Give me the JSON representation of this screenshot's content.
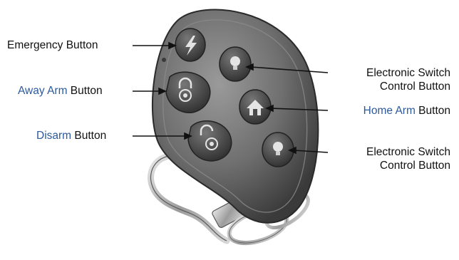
{
  "colors": {
    "highlight": "#2c5a9e",
    "text": "#111111",
    "fob_body": "#6e6e6e",
    "fob_button": "#4a4a4a"
  },
  "labels": {
    "emergency": {
      "text": "Emergency Button"
    },
    "away_arm": {
      "highlight": "Away Arm",
      "rest": " Button"
    },
    "disarm": {
      "highlight": "Disarm",
      "rest": " Button"
    },
    "switch_top": {
      "line1": "Electronic Switch",
      "line2": "Control Button"
    },
    "home_arm": {
      "highlight": "Home Arm",
      "rest": " Button"
    },
    "switch_bottom": {
      "line1": "Electronic Switch",
      "line2": "Control Button"
    }
  },
  "icons": {
    "emergency": "lightning-icon",
    "away_arm": "closed-padlock-icon",
    "disarm": "open-padlock-icon",
    "switch_top": "bulb-icon",
    "home_arm": "house-lock-icon",
    "switch_bottom": "bulb-icon"
  }
}
